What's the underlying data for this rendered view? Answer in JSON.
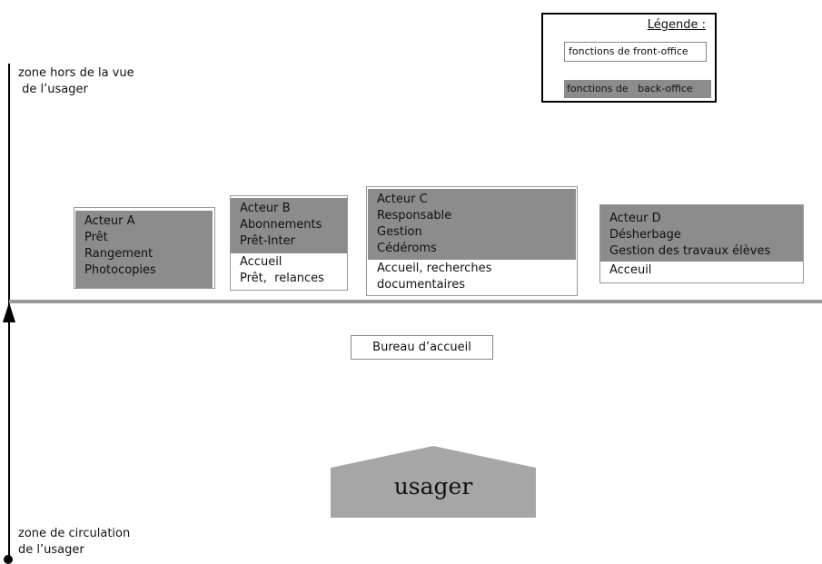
{
  "axis": {
    "top_label": "zone hors de la vue\n de l’usager",
    "bottom_label": "zone de circulation\nde l’usager"
  },
  "legend": {
    "title": "Légende :",
    "front_office": "fonctions de front-office",
    "back_office": "fonctions de   back-office"
  },
  "actors": [
    {
      "back": "Acteur A\nPrêt\nRangement\nPhotocopies",
      "front": ""
    },
    {
      "back": "Acteur B\nAbonnements\nPrêt-Inter",
      "front": "Accueil\nPrêt,  relances"
    },
    {
      "back": "Acteur C\nResponsable\nGestion\nCédéroms",
      "front": "Accueil, recherches\ndocumentaires"
    },
    {
      "back": "Acteur D\nDésherbage\nGestion des travaux élèves",
      "front": "Acceuil"
    }
  ],
  "desk": {
    "label": "Bureau d’accueil"
  },
  "user": {
    "label": "usager"
  },
  "colors": {
    "back_office": "#8c8c8c",
    "separator": "#999999",
    "user_shape": "#a6a6a6"
  }
}
